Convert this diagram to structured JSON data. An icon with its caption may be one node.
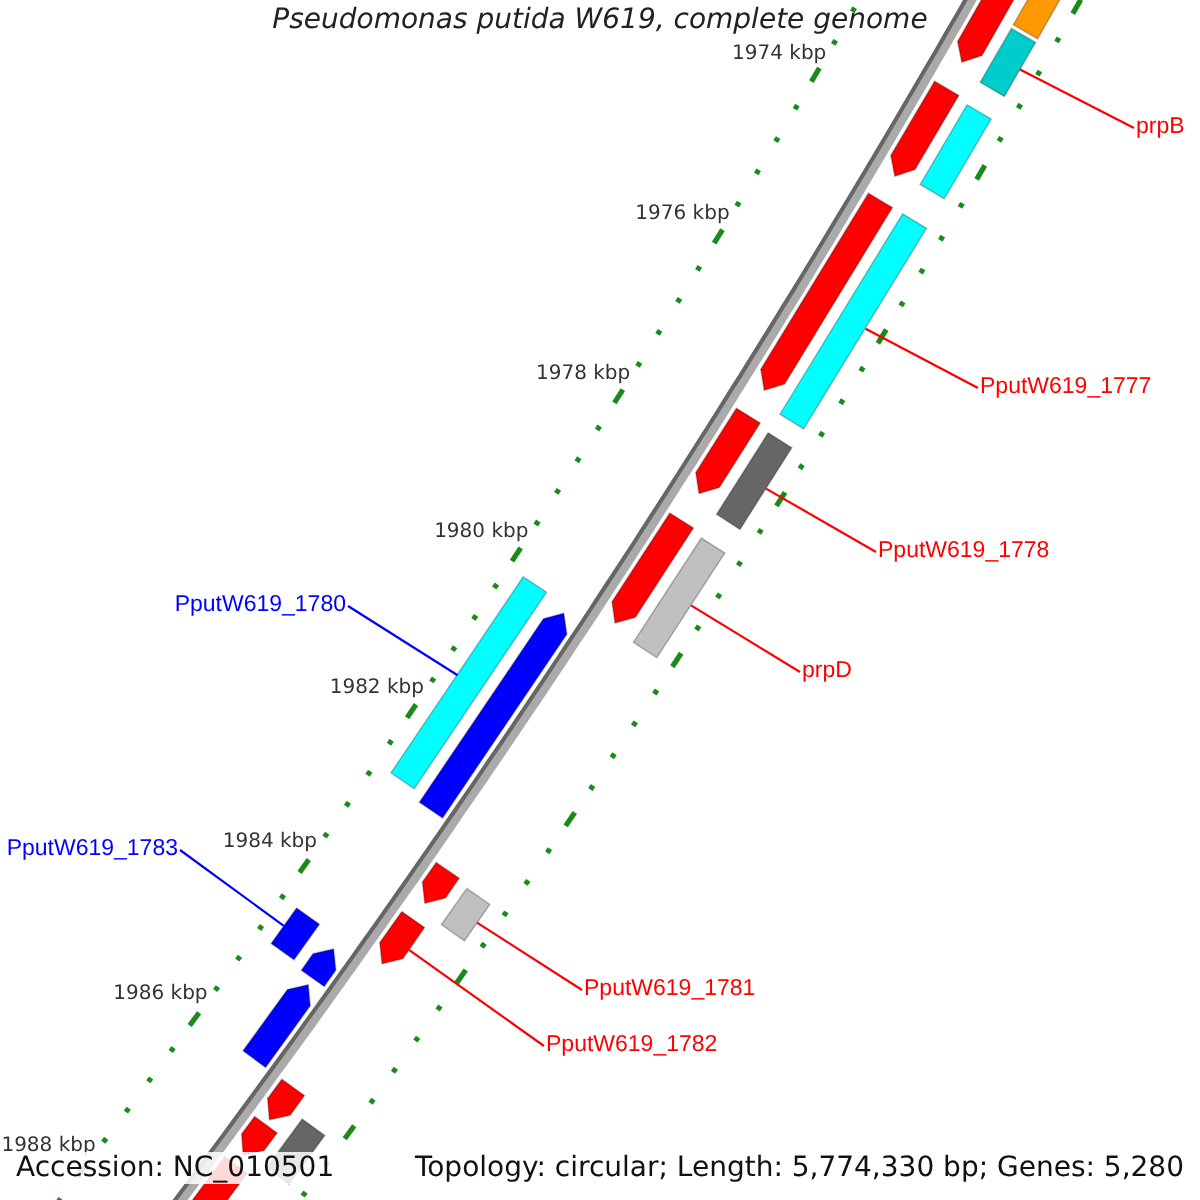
{
  "diagram": {
    "title": "Pseudomonas putida W619, complete genome",
    "nodes": [
      {
        "text": [
          "prpB"
        ]
      },
      {
        "text": [],
        "shape": "bar"
      },
      {
        "text": [
          "PputW619_1777"
        ]
      },
      {
        "text": [],
        "shape": "bar"
      },
      {
        "text": [
          "PputW619_1778"
        ]
      },
      {
        "text": [],
        "shape": "bar"
      },
      {
        "text": [
          "prpD"
        ]
      },
      {
        "text": [],
        "shape": "bar"
      },
      {
        "text": [
          "PputW619_1780"
        ]
      },
      {
        "text": [],
        "shape": "bar"
      },
      {
        "text": [
          "PputW619_1783"
        ]
      },
      {
        "text": [],
        "shape": "bar"
      },
      {
        "text": [
          "PputW619_1781"
        ]
      },
      {
        "text": [],
        "shape": "bar"
      },
      {
        "text": [
          "PputW619_1782"
        ]
      },
      {
        "text": [],
        "shape": "arrow"
      },
      {
        "text": [],
        "shape": "bar"
      },
      {
        "text": [],
        "shape": "arrow"
      },
      {
        "text": [],
        "shape": "arrow"
      },
      {
        "text": [],
        "shape": "bar"
      },
      {
        "text": [],
        "shape": "arrow"
      },
      {
        "text": [],
        "shape": "arrow"
      },
      {
        "text": [],
        "shape": "arrow"
      },
      {
        "text": [],
        "shape": "arrow"
      },
      {
        "text": [],
        "shape": "arrow"
      },
      {
        "text": [],
        "shape": "arrow"
      },
      {
        "text": [],
        "shape": "arrow"
      },
      {
        "text": [],
        "shape": "arrow"
      },
      {
        "text": [],
        "shape": "bar"
      },
      {
        "text": [],
        "shape": "arrow"
      },
      {
        "text": [],
        "shape": "arrow"
      }
    ],
    "edges": [
      {
        "from": 0,
        "to": 1,
        "arrow": "none"
      },
      {
        "from": 2,
        "to": 3,
        "arrow": "none"
      },
      {
        "from": 4,
        "to": 5,
        "arrow": "none"
      },
      {
        "from": 6,
        "to": 7,
        "arrow": "none"
      },
      {
        "from": 8,
        "to": 9,
        "arrow": "none",
        "color": "#0000ff"
      },
      {
        "from": 10,
        "to": 11,
        "arrow": "none",
        "color": "#0000ff"
      },
      {
        "from": 12,
        "to": 13,
        "arrow": "none"
      },
      {
        "from": 14,
        "to": 15,
        "arrow": "none"
      }
    ],
    "labels": [
      "1974 kbp",
      "1976 kbp",
      "1978 kbp",
      "1980 kbp",
      "1982 kbp",
      "1984 kbp",
      "1986 kbp",
      "1988 kbp",
      "Accession: NC_010501",
      "Topology: circular; Length: 5,774,330 bp; Genes: 5,280"
    ]
  }
}
